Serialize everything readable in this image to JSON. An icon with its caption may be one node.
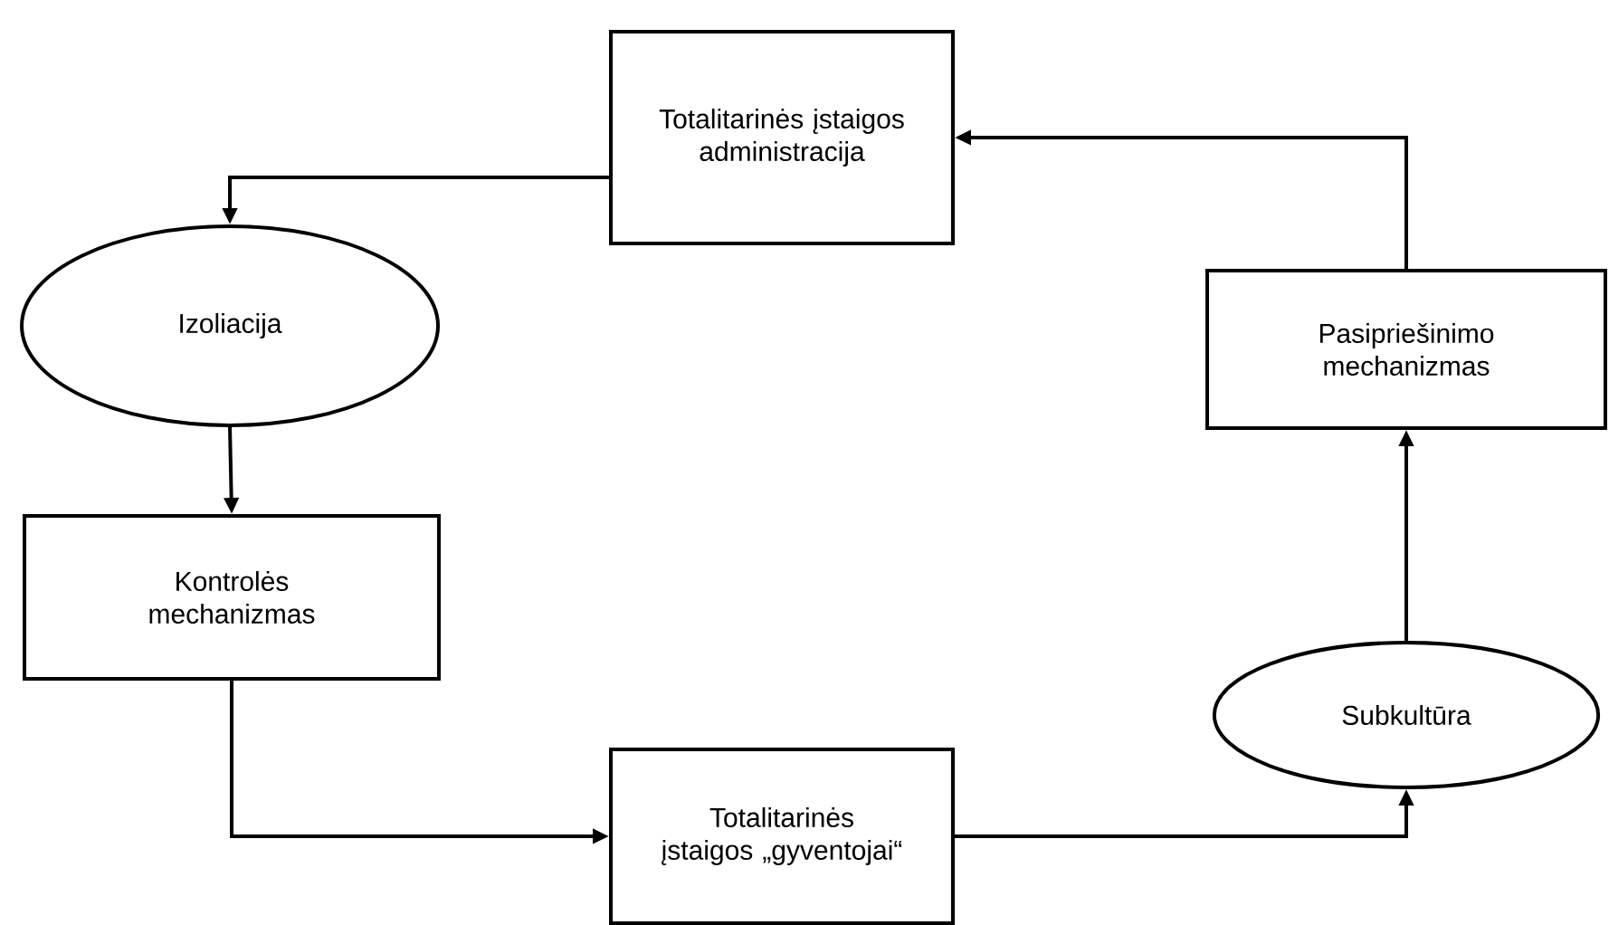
{
  "diagram": {
    "nodes": [
      {
        "text": [
          "Totalitarinės įstaigos administracija"
        ]
      },
      {
        "text": [
          "Izoliacija"
        ]
      },
      {
        "text": [
          "Kontrolės mechanizmas"
        ]
      },
      {
        "text": [
          "Totalitarinės įstaigos „gyventojai“"
        ]
      },
      {
        "text": [
          "Subkultūra"
        ]
      },
      {
        "text": [
          "Pasipriešinimo mechanizmas"
        ]
      }
    ],
    "edges": [
      {
        "from": 0,
        "to": 1,
        "arrow": "to"
      },
      {
        "from": 1,
        "to": 2,
        "arrow": "to"
      },
      {
        "from": 2,
        "to": 3,
        "arrow": "to"
      },
      {
        "from": 3,
        "to": 4,
        "arrow": "to"
      },
      {
        "from": 4,
        "to": 5,
        "arrow": "to"
      },
      {
        "from": 5,
        "to": 0,
        "arrow": "to"
      }
    ]
  }
}
